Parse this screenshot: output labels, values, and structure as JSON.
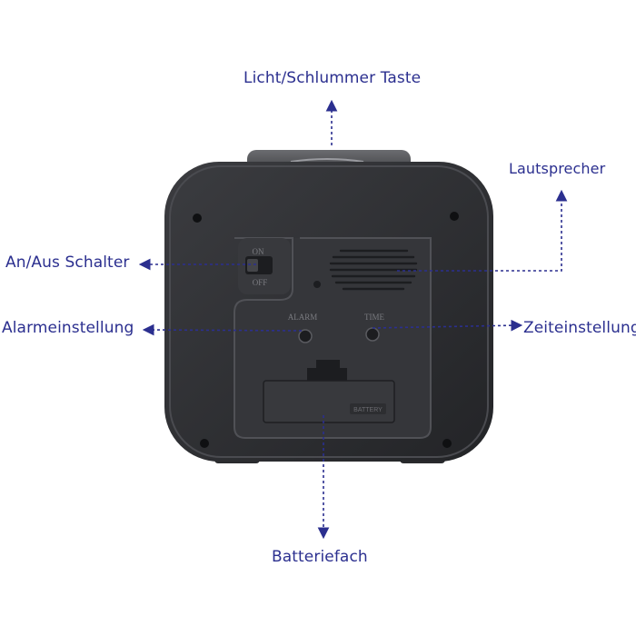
{
  "labels": {
    "light_snooze": "Licht/Schlummer Taste",
    "speaker": "Lautsprecher",
    "power_switch": "An/Aus Schalter",
    "alarm_setting": "Alarmeinstellung",
    "time_setting": "Zeiteinstellung",
    "battery": "Batteriefach"
  },
  "device_markings": {
    "switch_on": "ON",
    "switch_off": "OFF",
    "alarm_knob": "ALARM",
    "time_knob": "TIME",
    "battery_lid": "BATTERY"
  },
  "colors": {
    "label_text": "#2b2f8f",
    "arrow": "#2b2f8f",
    "clock_body": "#2a2b2e",
    "clock_back": "#3a3b3f",
    "background": "#ffffff"
  }
}
